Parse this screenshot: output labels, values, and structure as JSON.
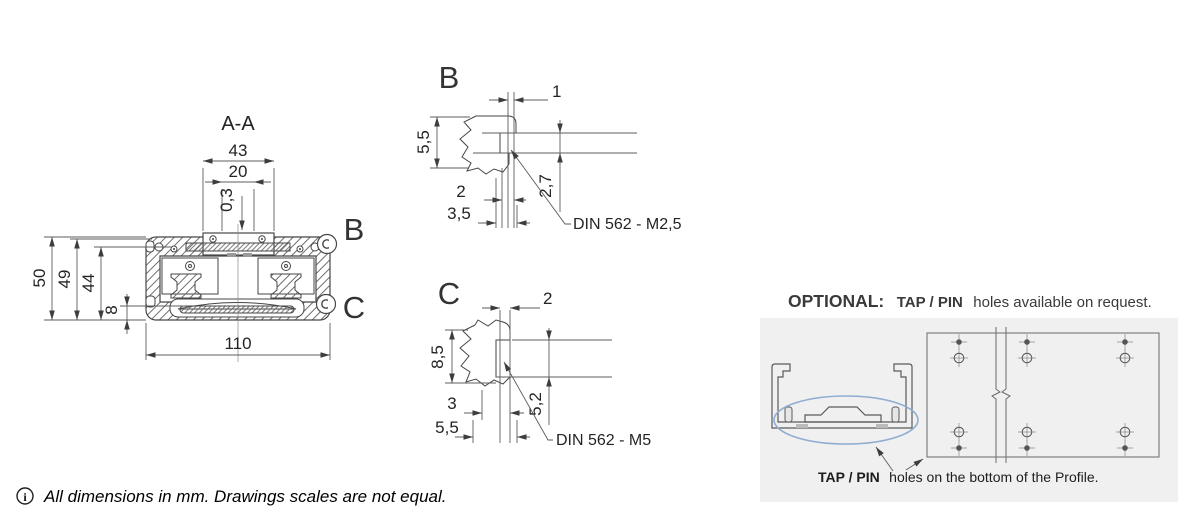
{
  "colors": {
    "line": "#464646",
    "dim_line": "#5c5c5c",
    "panel_bg": "#f0f0f0",
    "highlight_blue": "#8fadd3"
  },
  "section_aa": {
    "title": "A-A",
    "dim_width_top": "43",
    "dim_slot": "20",
    "dim_offset": "0,3",
    "dim_h50": "50",
    "dim_h49": "49",
    "dim_h44": "44",
    "dim_h8": "8",
    "dim_width": "110",
    "callout_b": "B",
    "callout_c": "C"
  },
  "detail_b": {
    "label": "B",
    "dim_1": "1",
    "dim_5_5": "5,5",
    "dim_2": "2",
    "dim_3_5": "3,5",
    "dim_2_7": "2,7",
    "note": "DIN 562 - M2,5"
  },
  "detail_c": {
    "label": "C",
    "dim_2": "2",
    "dim_8_5": "8,5",
    "dim_3": "3",
    "dim_5_5": "5,5",
    "dim_5_2": "5,2",
    "note": "DIN 562 - M5"
  },
  "optional": {
    "heading_label": "OPTIONAL:",
    "heading_emph": "TAP / PIN",
    "heading_text": "holes available on request.",
    "caption_emph": "TAP / PIN",
    "caption_text": "holes on the bottom of the Profile."
  },
  "footnote": {
    "icon_glyph": "i",
    "text": "All dimensions in mm. Drawings scales are not equal."
  }
}
